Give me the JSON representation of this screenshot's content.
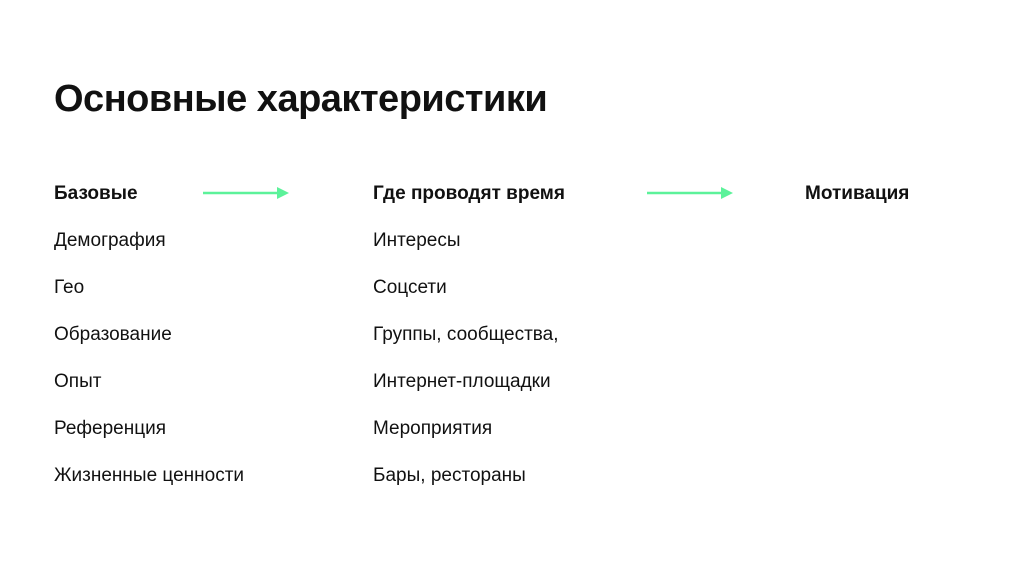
{
  "title": "Основные характеристики",
  "columns": [
    {
      "header": "Базовые",
      "items": [
        "Демография",
        "Гео",
        "Образование",
        "Опыт",
        "Референция",
        "Жизненные ценности"
      ]
    },
    {
      "header": "Где проводят время",
      "items": [
        "Интересы",
        "Соцсети",
        "Группы, сообщества,",
        "Интернет-площадки",
        "Мероприятия",
        "Бары, рестораны"
      ]
    },
    {
      "header": "Мотивация",
      "items": []
    }
  ],
  "colors": {
    "accent": "#5cf29a"
  }
}
